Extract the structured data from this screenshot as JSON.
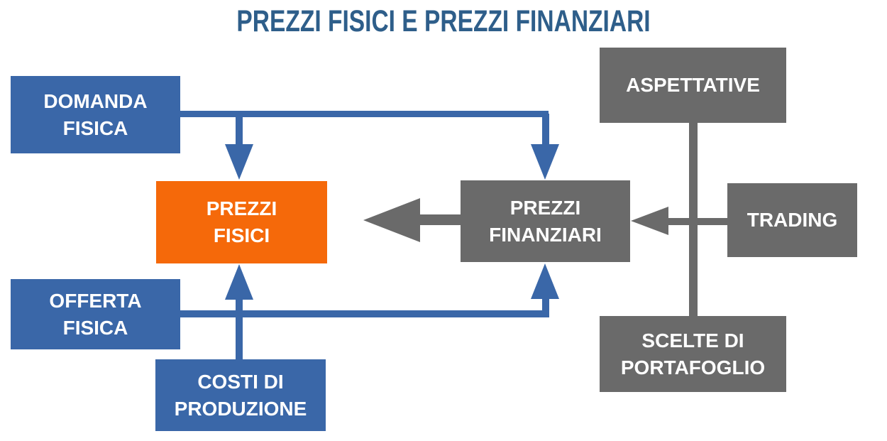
{
  "title": "PREZZI FISICI E PREZZI FINANZIARI",
  "colors": {
    "background": "#ffffff",
    "box_blue": "#3a67a8",
    "box_orange": "#f5690a",
    "box_gray": "#6a6a6a",
    "title_blue": "#2e5e8a",
    "text_white": "#ffffff"
  },
  "boxes": {
    "domanda_fisica": {
      "label": "DOMANDA\nFISICA",
      "color": "blue"
    },
    "offerta_fisica": {
      "label": "OFFERTA\nFISICA",
      "color": "blue"
    },
    "costi_produzione": {
      "label": "COSTI DI\nPRODUZIONE",
      "color": "blue"
    },
    "prezzi_fisici": {
      "label": "PREZZI\nFISICI",
      "color": "orange"
    },
    "prezzi_finanziari": {
      "label": "PREZZI\nFINANZIARI",
      "color": "gray"
    },
    "aspettative": {
      "label": "ASPETTATIVE",
      "color": "gray"
    },
    "trading": {
      "label": "TRADING",
      "color": "gray"
    },
    "scelte_portafoglio": {
      "label": "SCELTE DI\nPORTAFOGLIO",
      "color": "gray"
    }
  },
  "connections": [
    {
      "from": "domanda_fisica",
      "to": "prezzi_fisici",
      "color": "blue"
    },
    {
      "from": "domanda_fisica",
      "to": "prezzi_finanziari",
      "color": "blue"
    },
    {
      "from": "offerta_fisica",
      "to": "prezzi_fisici",
      "color": "blue"
    },
    {
      "from": "offerta_fisica",
      "to": "prezzi_finanziari",
      "color": "blue"
    },
    {
      "from": "costi_produzione",
      "to": "prezzi_fisici",
      "color": "blue"
    },
    {
      "from": "prezzi_finanziari",
      "to": "prezzi_fisici",
      "color": "gray"
    },
    {
      "from": "aspettative",
      "to": "prezzi_finanziari",
      "color": "gray"
    },
    {
      "from": "trading",
      "to": "prezzi_finanziari",
      "color": "gray"
    },
    {
      "from": "scelte_portafoglio",
      "to": "prezzi_finanziari",
      "color": "gray"
    }
  ]
}
